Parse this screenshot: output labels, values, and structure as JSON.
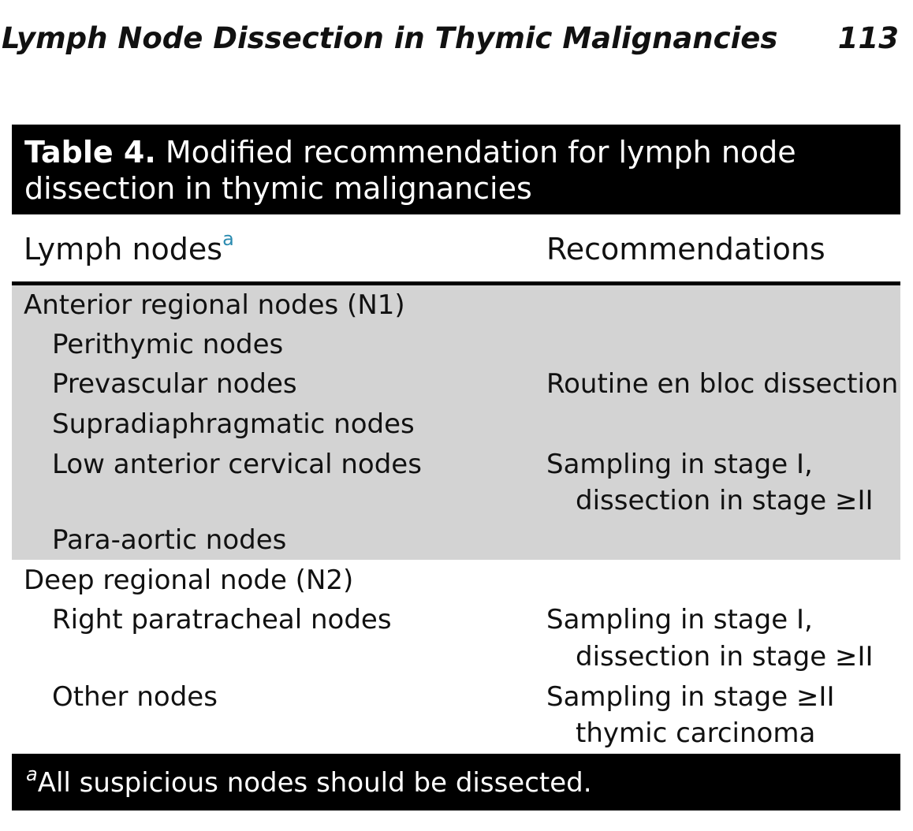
{
  "running_head": {
    "title": "Lymph Node Dissection in Thymic Malignancies",
    "page_number": "113"
  },
  "table": {
    "label": "Table 4.",
    "caption_line1": " Modified recommendation for lymph node",
    "caption_line2": "dissection in thymic malignancies",
    "headers": {
      "col1": "Lymph nodes",
      "col1_sup": "a",
      "col2": "Recommendations"
    },
    "groups": [
      {
        "title": "Anterior regional nodes (N1)",
        "rows": [
          {
            "node": "Perithymic nodes",
            "rec1": "",
            "rec2": ""
          },
          {
            "node": "Prevascular nodes",
            "rec1": "Routine en bloc dissection",
            "rec2": ""
          },
          {
            "node": "Supradiaphragmatic nodes",
            "rec1": "",
            "rec2": ""
          },
          {
            "node": "Low anterior cervical nodes",
            "rec1": "Sampling in stage I,",
            "rec2": "dissection in stage ≥II"
          },
          {
            "node": "Para-aortic nodes",
            "rec1": "",
            "rec2": ""
          }
        ]
      },
      {
        "title": "Deep regional node (N2)",
        "rows": [
          {
            "node": "Right paratracheal nodes",
            "rec1": "Sampling in stage I,",
            "rec2": "dissection in stage ≥II"
          },
          {
            "node": "Other nodes",
            "rec1": "Sampling in stage ≥II",
            "rec2": "thymic carcinoma"
          }
        ]
      }
    ],
    "footnote": {
      "mark": "a",
      "text": "All suspicious nodes should be dissected."
    }
  },
  "colors": {
    "band": "#000000",
    "shade": "#d3d3d3",
    "superscript": "#2a8bb0"
  }
}
